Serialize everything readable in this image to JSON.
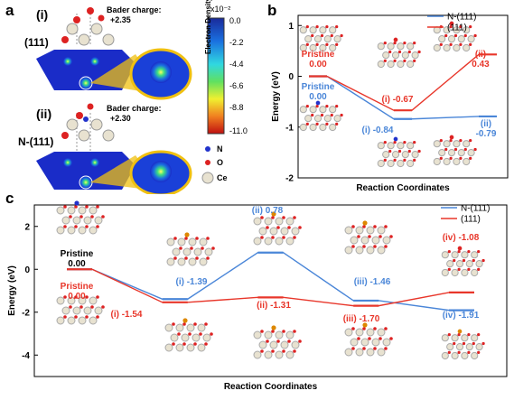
{
  "panel_a": {
    "letter": "a",
    "structures": [
      {
        "roman": "(i)",
        "name": "(111)",
        "bader_title": "Bader charge:",
        "bader_value": "+2.35"
      },
      {
        "roman": "(ii)",
        "name": "N-(111)",
        "bader_title": "Bader charge:",
        "bader_value": "+2.30"
      }
    ],
    "colorbar": {
      "exponent": "x10⁻²",
      "title": "Electron Density",
      "ticks": [
        "0.0",
        "-2.2",
        "-4.4",
        "-6.6",
        "-8.8",
        "-11.0"
      ]
    },
    "legend": [
      {
        "label": "N",
        "color": "#2233cc"
      },
      {
        "label": "O",
        "color": "#dd2222"
      },
      {
        "label": "Ce",
        "color": "#e8e2d0"
      }
    ]
  },
  "panel_b": {
    "letter": "b",
    "chart_data": {
      "type": "line",
      "xlabel": "Reaction Coordinates",
      "ylabel": "Energy (eV)",
      "ylim": [
        -2,
        1.2
      ],
      "yticks": [
        1,
        0,
        -1,
        -2
      ],
      "series": [
        {
          "name": "N-(111)",
          "color": "#4a86d8",
          "values": [
            0.0,
            -0.84,
            -0.79
          ]
        },
        {
          "name": "(111)",
          "color": "#e8362a",
          "values": [
            0.0,
            -0.67,
            0.43
          ]
        }
      ],
      "annotations": [
        {
          "lines": [
            "Pristine",
            "0.00"
          ],
          "color": "#e8362a"
        },
        {
          "lines": [
            "Pristine",
            "0.00"
          ],
          "color": "#4a86d8"
        },
        {
          "lines": [
            "(i) -0.67"
          ],
          "color": "#e8362a"
        },
        {
          "lines": [
            "(i) -0.84"
          ],
          "color": "#4a86d8"
        },
        {
          "lines": [
            "(ii)",
            "0.43"
          ],
          "color": "#e8362a"
        },
        {
          "lines": [
            "(ii)",
            "-0.79"
          ],
          "color": "#4a86d8"
        }
      ]
    }
  },
  "panel_c": {
    "letter": "c",
    "chart_data": {
      "type": "line",
      "xlabel": "Reaction Coordinates",
      "ylabel": "Energy (eV)",
      "ylim": [
        -5,
        3
      ],
      "yticks": [
        2,
        0,
        -2,
        -4
      ],
      "series": [
        {
          "name": "N-(111)",
          "color": "#4a86d8",
          "values": [
            0.0,
            -1.39,
            0.78,
            -1.46,
            -1.91
          ]
        },
        {
          "name": "(111)",
          "color": "#e8362a",
          "values": [
            0.0,
            -1.54,
            -1.31,
            -1.7,
            -1.08
          ]
        }
      ],
      "annotations": [
        {
          "lines": [
            "Pristine",
            "0.00"
          ],
          "color": "#000000"
        },
        {
          "lines": [
            "Pristine",
            "0.00"
          ],
          "color": "#e8362a"
        },
        {
          "lines": [
            "(i) -1.39"
          ],
          "color": "#4a86d8"
        },
        {
          "lines": [
            "(i) -1.54"
          ],
          "color": "#e8362a"
        },
        {
          "lines": [
            "(ii) 0.78"
          ],
          "color": "#4a86d8"
        },
        {
          "lines": [
            "(ii) -1.31"
          ],
          "color": "#e8362a"
        },
        {
          "lines": [
            "(iii) -1.46"
          ],
          "color": "#4a86d8"
        },
        {
          "lines": [
            "(iii) -1.70"
          ],
          "color": "#e8362a"
        },
        {
          "lines": [
            "(iv) -1.91"
          ],
          "color": "#4a86d8"
        },
        {
          "lines": [
            "(iv) -1.08"
          ],
          "color": "#e8362a"
        }
      ]
    }
  }
}
